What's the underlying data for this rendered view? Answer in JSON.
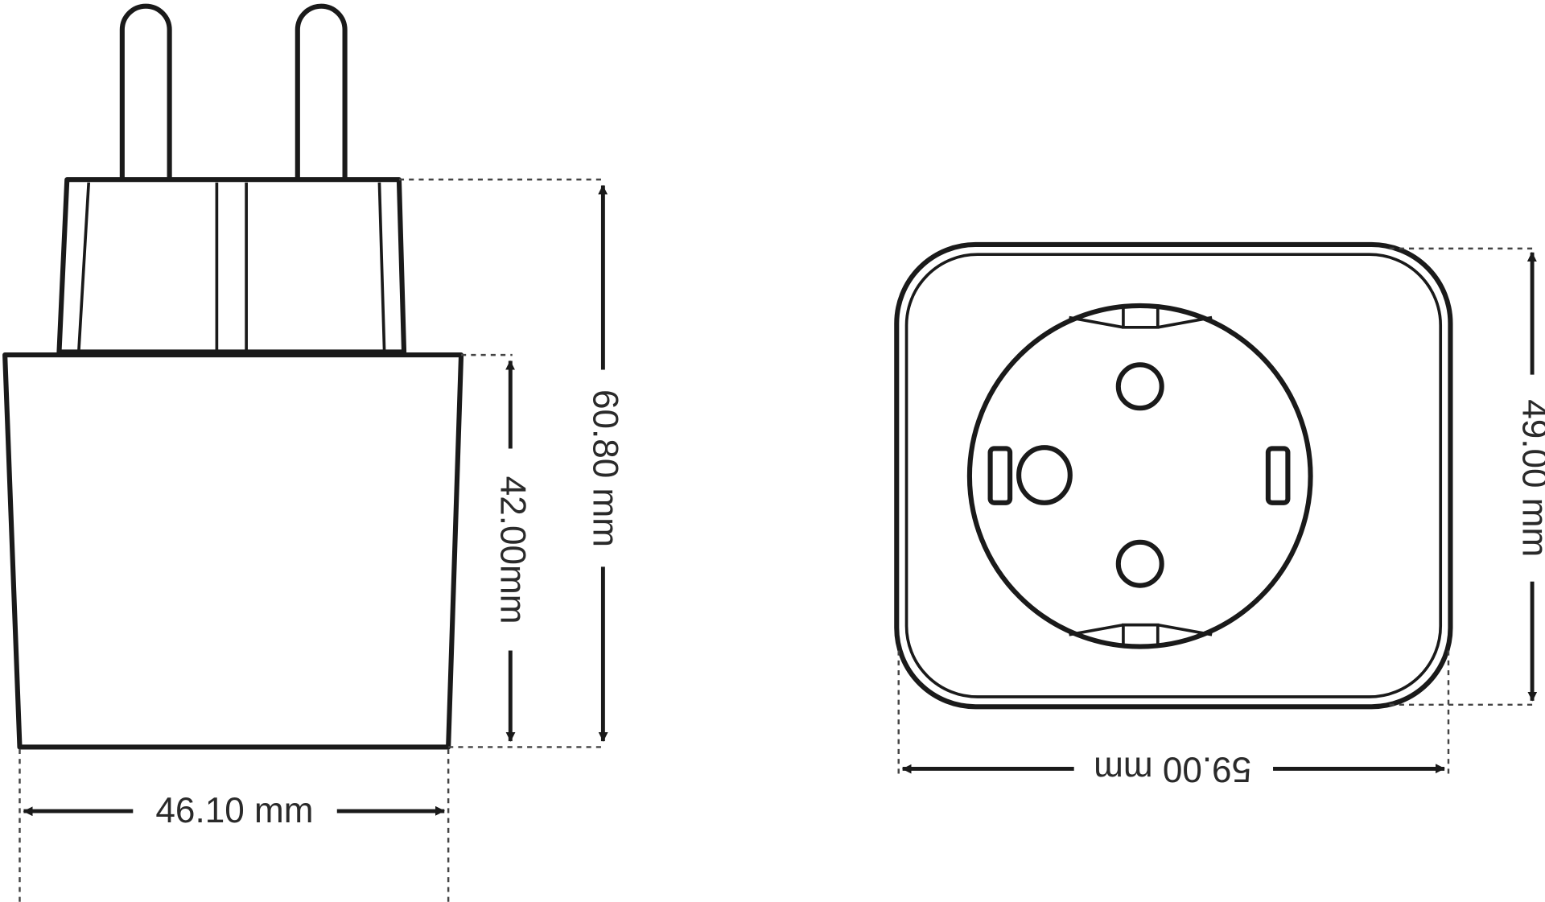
{
  "title": "Smart plug dimension drawing",
  "side_view": {
    "total_height": "60.80 mm",
    "body_height": "42.00mm",
    "width": "46.10 mm"
  },
  "front_view": {
    "height": "49.00 mm",
    "width": "59.00 mm"
  },
  "colors": {
    "line": "#1a1a1a",
    "background": "#ffffff"
  }
}
